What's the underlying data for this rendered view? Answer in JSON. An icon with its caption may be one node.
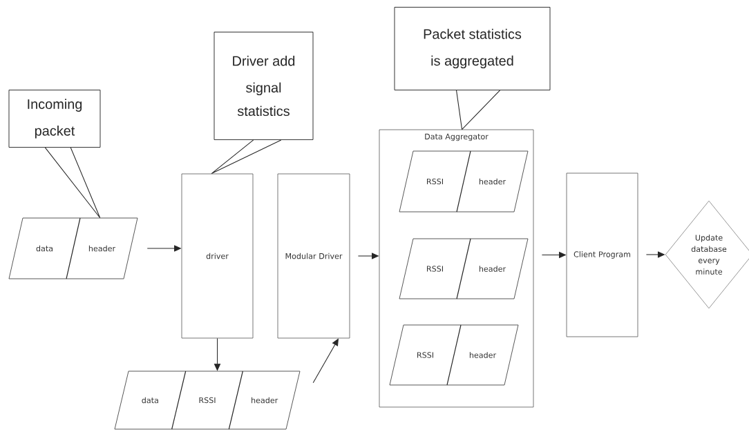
{
  "diagram": {
    "nodes": [
      {
        "text": [
          "Incoming packet"
        ]
      },
      {
        "text": [
          "data",
          "header"
        ]
      },
      {
        "text": [
          "Driver add signal statistics"
        ]
      },
      {
        "text": [
          "driver"
        ]
      },
      {
        "text": [
          "data",
          "RSSI",
          "header"
        ]
      },
      {
        "text": [
          "Modular Driver"
        ]
      },
      {
        "text": [
          "Packet statistics is aggregated"
        ]
      },
      {
        "text": [
          "Data Aggregator"
        ]
      },
      {
        "text": [
          "RSSI",
          "header"
        ],
        "in": 7
      },
      {
        "text": [
          "RSSI",
          "header"
        ],
        "in": 7
      },
      {
        "text": [
          "RSSI",
          "header"
        ],
        "in": 7
      },
      {
        "text": [
          "Client Program"
        ]
      },
      {
        "text": [
          "Update database every minute"
        ]
      }
    ],
    "edges": [
      {
        "from": 0,
        "to": 1,
        "arrow": "none"
      },
      {
        "from": 2,
        "to": 3,
        "arrow": "none"
      },
      {
        "from": 6,
        "to": 7,
        "arrow": "none"
      },
      {
        "from": 1,
        "to": 3,
        "arrow": "to"
      },
      {
        "from": 3,
        "to": 4,
        "arrow": "to"
      },
      {
        "from": 4,
        "to": 5,
        "arrow": "to"
      },
      {
        "from": 5,
        "to": 7,
        "arrow": "to"
      },
      {
        "from": 7,
        "to": 11,
        "arrow": "to"
      },
      {
        "from": 11,
        "to": 12,
        "arrow": "to"
      }
    ]
  }
}
